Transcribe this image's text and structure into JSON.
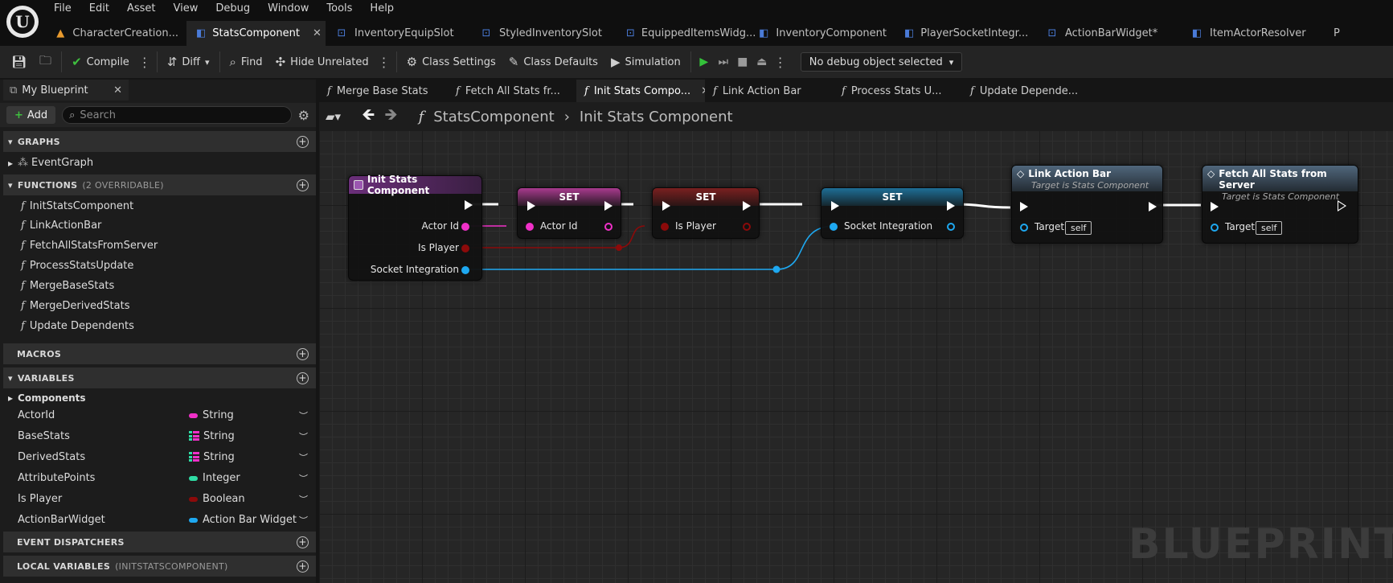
{
  "app": {
    "logo_glyph": "U"
  },
  "menu": [
    "File",
    "Edit",
    "Asset",
    "View",
    "Debug",
    "Window",
    "Tools",
    "Help"
  ],
  "doc_tabs": [
    {
      "label": "CharacterCreation...",
      "icon": "character-icon",
      "active": false
    },
    {
      "label": "StatsComponent",
      "icon": "blueprint-component-icon",
      "active": true
    },
    {
      "label": "InventoryEquipSlot",
      "icon": "widget-icon",
      "active": false
    },
    {
      "label": "StyledInventorySlot",
      "icon": "widget-icon",
      "active": false
    },
    {
      "label": "EquippedItemsWidg...",
      "icon": "widget-icon",
      "active": false
    },
    {
      "label": "InventoryComponent",
      "icon": "blueprint-component-icon",
      "active": false
    },
    {
      "label": "PlayerSocketIntegr...",
      "icon": "blueprint-component-icon",
      "active": false
    },
    {
      "label": "ActionBarWidget*",
      "icon": "widget-icon",
      "active": false
    },
    {
      "label": "ItemActorResolver",
      "icon": "blueprint-icon",
      "active": false
    },
    {
      "label": "P",
      "icon": "",
      "active": false
    }
  ],
  "toolbar": {
    "compile": "Compile",
    "diff": "Diff",
    "find": "Find",
    "hide_unrelated": "Hide Unrelated",
    "class_settings": "Class Settings",
    "class_defaults": "Class Defaults",
    "simulation": "Simulation",
    "debug_object": "No debug object selected"
  },
  "left_panel": {
    "tab_title": "My Blueprint",
    "add_label": "Add",
    "search_placeholder": "Search",
    "sections": {
      "graphs": "GRAPHS",
      "functions": "FUNCTIONS",
      "functions_sub": "(2 OVERRIDABLE)",
      "macros": "MACROS",
      "variables": "VARIABLES",
      "event_dispatchers": "EVENT DISPATCHERS",
      "local_variables": "LOCAL VARIABLES",
      "local_variables_sub": "(INITSTATSCOMPONENT)"
    },
    "graphs": [
      "EventGraph"
    ],
    "functions": [
      "InitStatsComponent",
      "LinkActionBar",
      "FetchAllStatsFromServer",
      "ProcessStatsUpdate",
      "MergeBaseStats",
      "MergeDerivedStats",
      "Update Dependents"
    ],
    "variable_category": "Components",
    "variables": [
      {
        "name": "ActorId",
        "type": "String",
        "color": "#f030c8",
        "array": false
      },
      {
        "name": "BaseStats",
        "type": "String",
        "color": "#f030c8",
        "array": true
      },
      {
        "name": "DerivedStats",
        "type": "String",
        "color": "#f030c8",
        "array": true
      },
      {
        "name": "AttributePoints",
        "type": "Integer",
        "color": "#2fdca4",
        "array": false
      },
      {
        "name": "Is Player",
        "type": "Boolean",
        "color": "#8c0a0a",
        "array": false
      },
      {
        "name": "ActionBarWidget",
        "type": "Action Bar Widget",
        "color": "#1ea8f0",
        "array": false
      }
    ]
  },
  "graph_tabs": [
    {
      "label": "Merge Base Stats",
      "active": false
    },
    {
      "label": "Fetch All Stats fr...",
      "active": false
    },
    {
      "label": "Init Stats Compo...",
      "active": true
    },
    {
      "label": "Link Action Bar",
      "active": false
    },
    {
      "label": "Process Stats U...",
      "active": false
    },
    {
      "label": "Update Depende...",
      "active": false
    }
  ],
  "breadcrumb": {
    "root": "StatsComponent",
    "current": "Init Stats Component"
  },
  "watermark": "BLUEPRINT",
  "nodes": {
    "entry": {
      "title": "Init Stats Component",
      "pins": [
        "Actor Id",
        "Is Player",
        "Socket Integration"
      ]
    },
    "set_actor": {
      "title": "SET",
      "pin": "Actor Id"
    },
    "set_player": {
      "title": "SET",
      "pin": "Is Player"
    },
    "set_socket": {
      "title": "SET",
      "pin": "Socket Integration"
    },
    "link_action_bar": {
      "title": "Link Action Bar",
      "subtitle": "Target is Stats Component",
      "target_label": "Target",
      "target_value": "self"
    },
    "fetch_stats": {
      "title": "Fetch All Stats from Server",
      "subtitle": "Target is Stats Component",
      "target_label": "Target",
      "target_value": "self"
    }
  },
  "colors": {
    "string_pin": "#f030c8",
    "boolean_pin": "#8c0a0a",
    "object_pin": "#1ea8f0",
    "integer_pin": "#2fdca4",
    "function_header": "#6b2f7a",
    "call_header": "#50677c"
  }
}
